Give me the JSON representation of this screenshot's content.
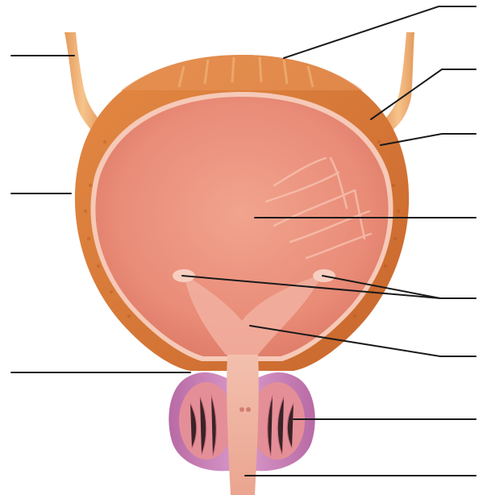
{
  "diagram": {
    "subject": "bladder-anatomy-unlabeled",
    "colors": {
      "background": "#ffffff",
      "muscle_wall": "#d8783a",
      "muscle_dark": "#b85a22",
      "muscle_light": "#eaa060",
      "mucosa": "#e98c78",
      "mucosa_light": "#f3b7a6",
      "mucosa_lining": "#f6c9b8",
      "ureter": "#f0b070",
      "prostate": "#c87ab0",
      "prostate_inner": "#e48f98",
      "urethra": "#f2b3a1",
      "leader_line": "#1a1a1a"
    },
    "leader_lines": [
      {
        "id": "left-upper",
        "side": "left"
      },
      {
        "id": "left-middle",
        "side": "left"
      },
      {
        "id": "left-lower",
        "side": "left"
      },
      {
        "id": "right-1",
        "side": "right"
      },
      {
        "id": "right-2",
        "side": "right"
      },
      {
        "id": "right-3",
        "side": "right"
      },
      {
        "id": "right-4",
        "side": "right"
      },
      {
        "id": "right-5",
        "side": "right"
      },
      {
        "id": "right-6",
        "side": "right"
      },
      {
        "id": "right-7",
        "side": "right"
      },
      {
        "id": "right-8",
        "side": "right"
      }
    ]
  }
}
